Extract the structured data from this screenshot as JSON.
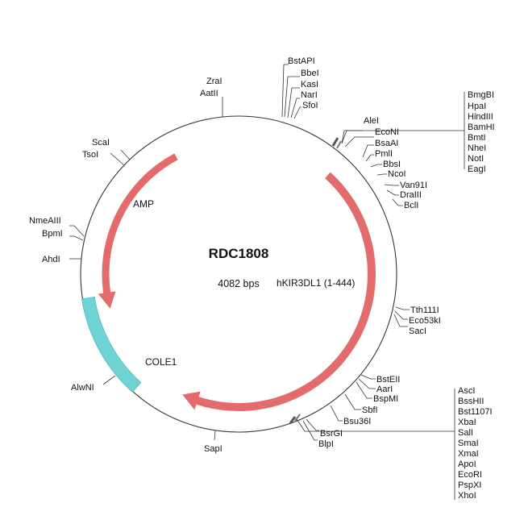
{
  "plasmid": {
    "name": "RDC1808",
    "size_label": "4082 bps",
    "colors": {
      "arrow": "#e36b6b",
      "ori": "#6fd3d3",
      "backbone": "#333333"
    }
  },
  "features": [
    {
      "id": "amp",
      "label": "AMP",
      "kind": "arrow"
    },
    {
      "id": "insert",
      "label": "hKIR3DL1 (1-444)",
      "kind": "arrow"
    },
    {
      "id": "ori",
      "label": "COLE1",
      "kind": "block"
    }
  ],
  "sites": [
    "BstAPI",
    "BbeI",
    "KasI",
    "NarI",
    "SfoI",
    "ZraI",
    "AatII",
    "ScaI",
    "TsoI",
    "NmeAIII",
    "BpmI",
    "AhdI",
    "AlwNI",
    "SapI",
    "AleI",
    "EcoNI",
    "BsaAI",
    "PmlI",
    "BbsI",
    "NcoI",
    "Van91I",
    "DraIII",
    "BclI",
    "BmgBI",
    "HpaI",
    "HindIII",
    "BamHI",
    "BmtI",
    "NheI",
    "NotI",
    "EagI",
    "Tth111I",
    "Eco53kI",
    "SacI",
    "BstEII",
    "AarI",
    "BspMI",
    "SbfI",
    "Bsu36I",
    "BsrGI",
    "BlpI",
    "AscI",
    "BssHII",
    "Bst1107I",
    "XbaI",
    "SalI",
    "SmaI",
    "XmaI",
    "ApoI",
    "EcoRI",
    "PspXI",
    "XhoI"
  ]
}
